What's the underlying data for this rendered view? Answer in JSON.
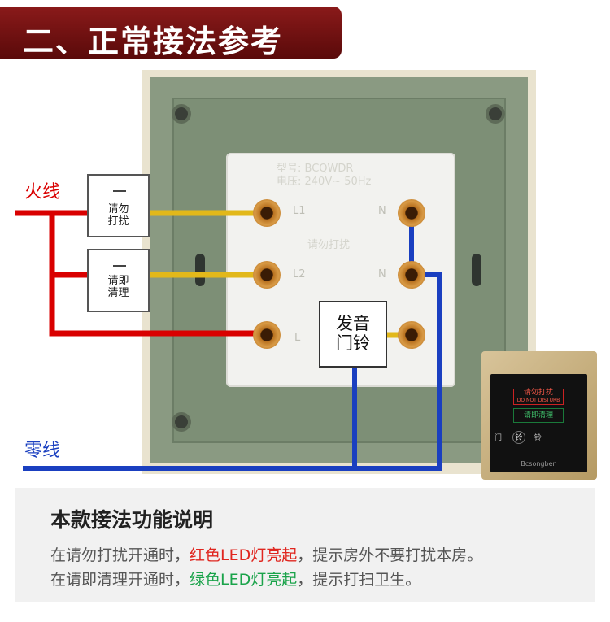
{
  "banner": {
    "title": "二、正常接法参考"
  },
  "labels": {
    "live": "火线",
    "neutral": "零线"
  },
  "switches": [
    {
      "line1": "请勿",
      "line2": "打扰"
    },
    {
      "line1": "请即",
      "line2": "清理"
    }
  ],
  "terminals": {
    "left": [
      "L1",
      "L2",
      "L"
    ],
    "right": [
      "N",
      "N"
    ]
  },
  "module": {
    "emboss1": "型号: BCQWDR",
    "emboss2": "电压: 240V~ 50Hz",
    "emboss3": "请勿打扰"
  },
  "bell": {
    "line1": "发音",
    "line2": "门铃"
  },
  "device": {
    "red": "请勿打扰",
    "red_sub": "DO NOT DISTURB",
    "green": "请即清理",
    "bell_left": "门",
    "bell_mid": "铃",
    "bell_right": "铃",
    "brand": "Bcsongben"
  },
  "info": {
    "title": "本款接法功能说明",
    "line1_pre": "在请勿打扰开通时，",
    "line1_hl": "红色LED灯亮起",
    "line1_post": "，提示房外不要打扰本房。",
    "line2_pre": "在请即清理开通时，",
    "line2_hl": "绿色LED灯亮起",
    "line2_post": "，提示打扫卫生。"
  },
  "colors": {
    "live_wire": "#d90000",
    "neutral_wire": "#1a3fc0",
    "switch_wire": "#e2b81a",
    "banner": "#7a1212"
  }
}
